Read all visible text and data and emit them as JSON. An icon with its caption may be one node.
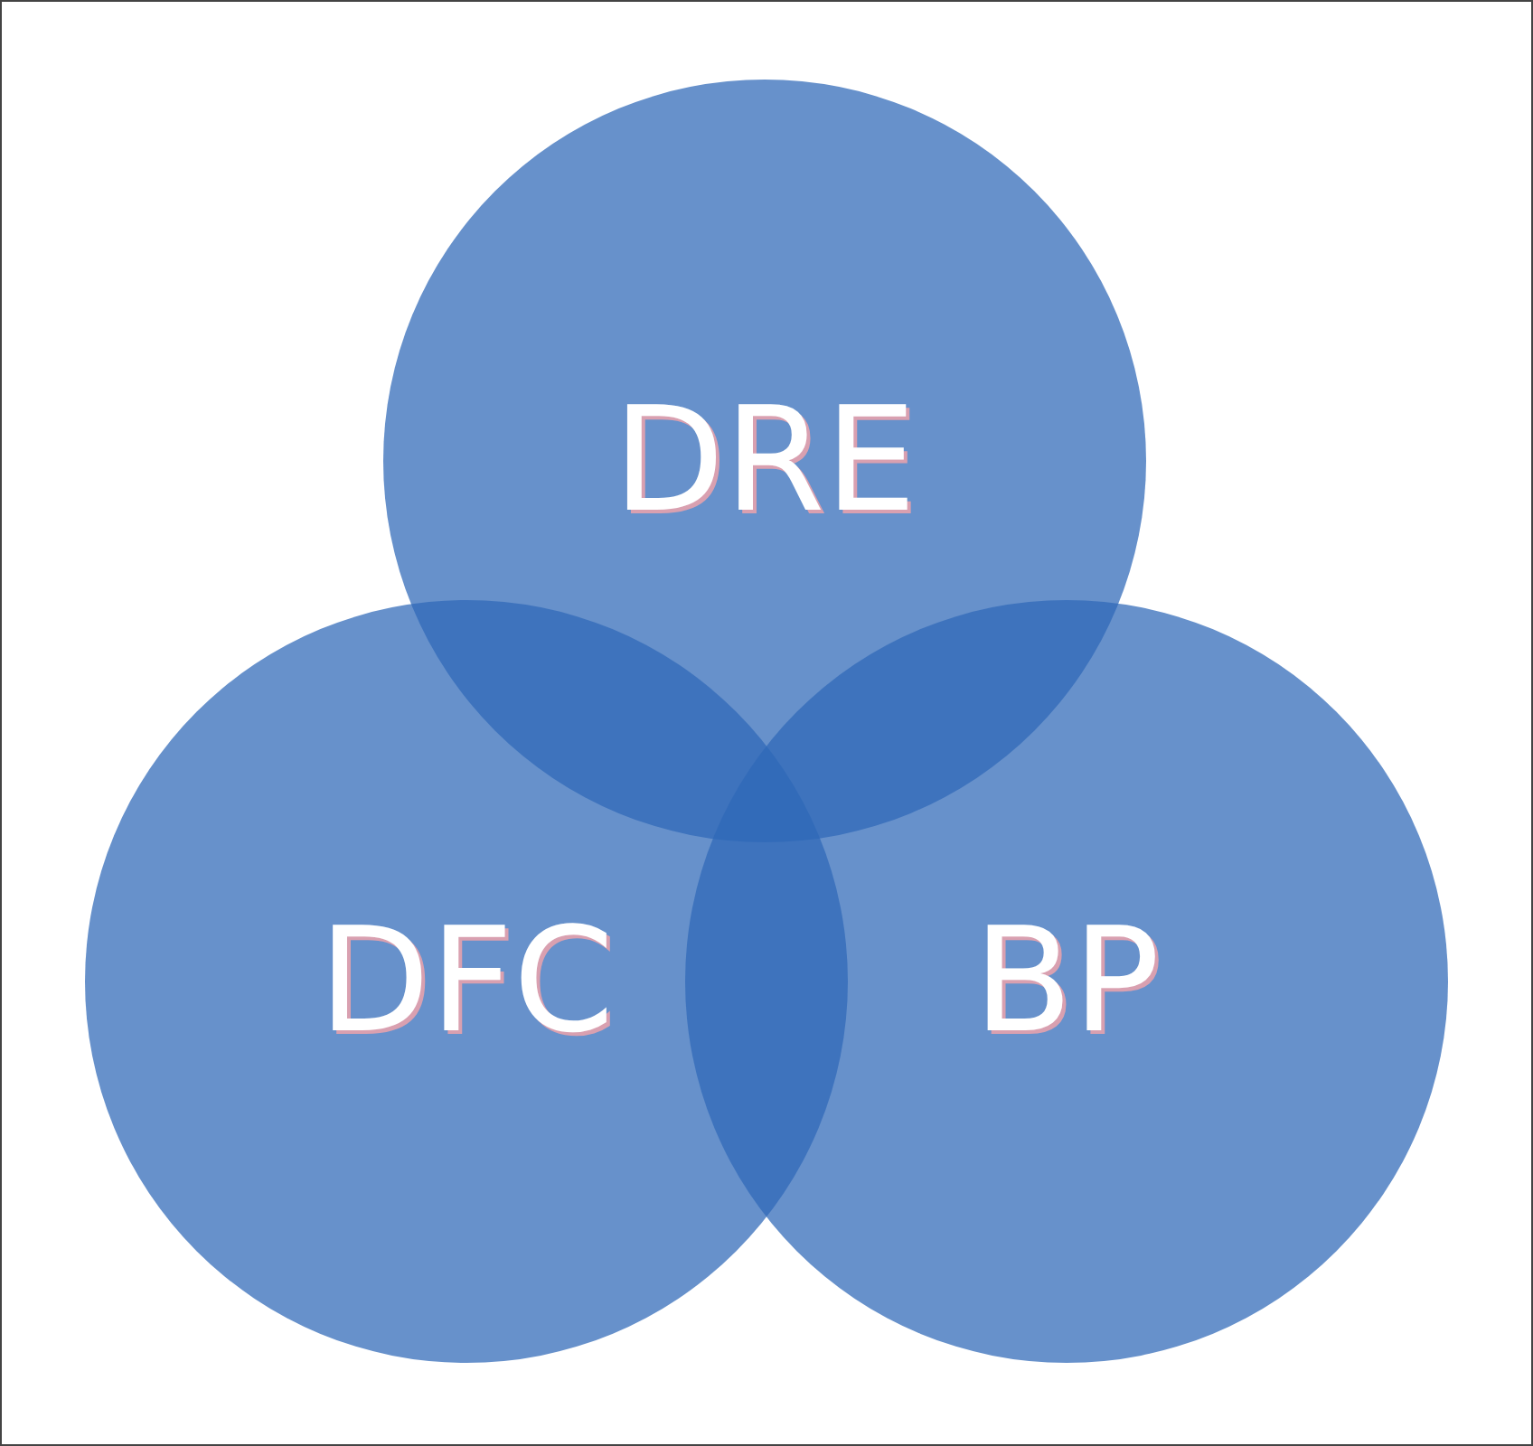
{
  "diagram": {
    "nodes": [
      {
        "text": [
          "DRE"
        ]
      },
      {
        "text": [
          "DFC"
        ]
      },
      {
        "text": [
          "BP"
        ]
      }
    ]
  }
}
